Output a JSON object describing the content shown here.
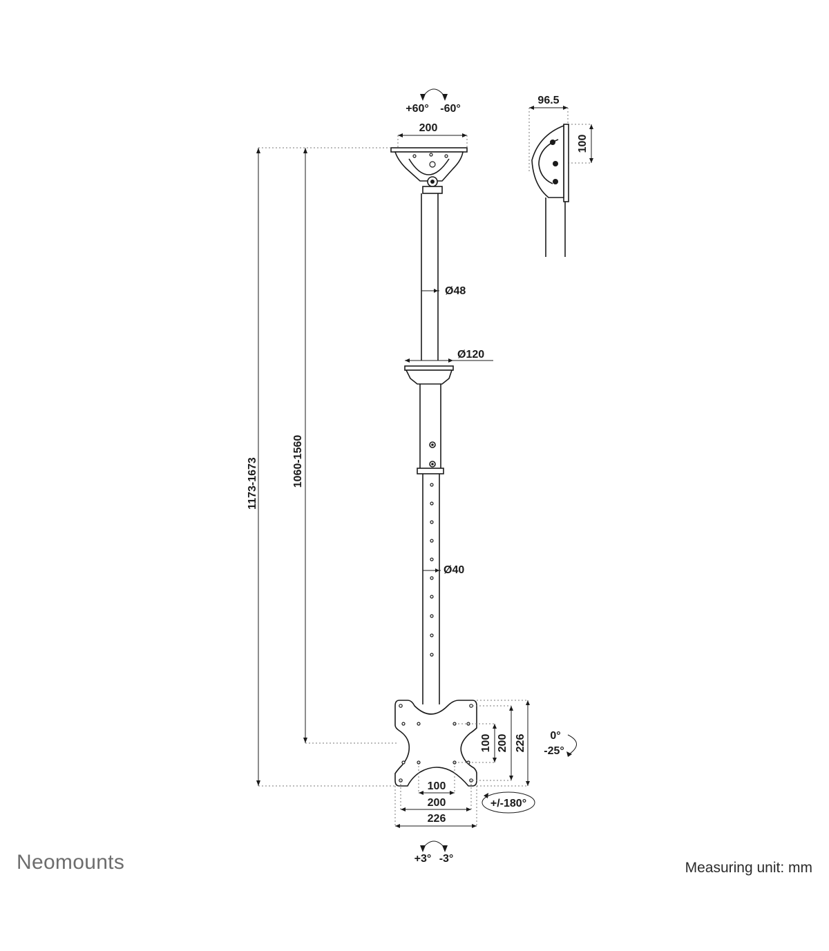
{
  "brand": {
    "name": "Neomounts"
  },
  "footer": {
    "measuring_unit": "Measuring unit: mm"
  },
  "dimensions": {
    "tilt_top_plus": "+60°",
    "tilt_top_minus": "-60°",
    "ceiling_plate_width": "200",
    "side_depth": "96.5",
    "side_height": "100",
    "upper_tube_diameter": "Ø48",
    "cover_diameter": "Ø120",
    "lower_tube_diameter": "Ø40",
    "overall_height": "1173-1673",
    "height_to_center": "1060-1560",
    "vesa_inner_h": "100",
    "vesa_mid_h": "200",
    "vesa_outer_h": "226",
    "vesa_inner_w": "100",
    "vesa_mid_w": "200",
    "vesa_outer_w": "226",
    "tilt_zero": "0°",
    "tilt_down": "-25°",
    "swivel": "+/-180°",
    "roll_plus": "+3°",
    "roll_minus": "-3°"
  }
}
